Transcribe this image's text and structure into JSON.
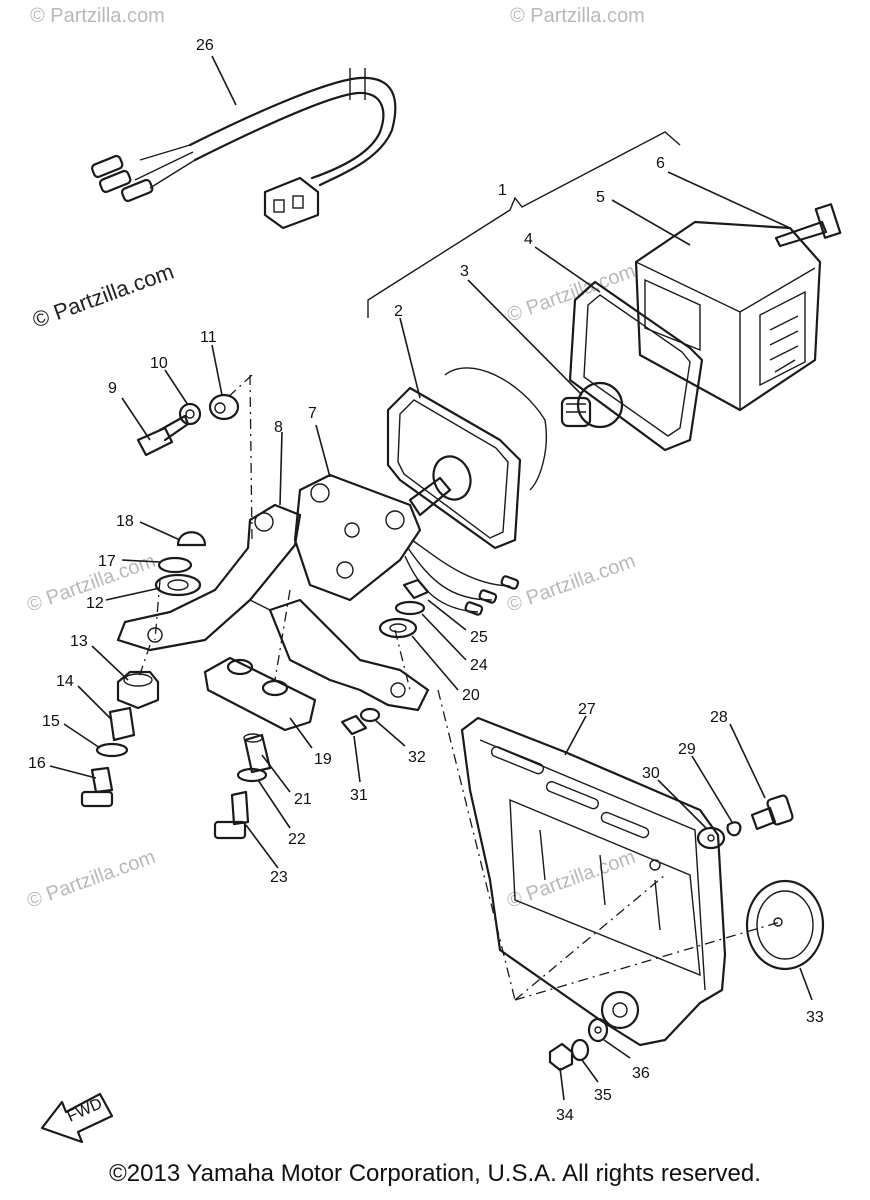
{
  "watermarks": {
    "primary": "© Partzilla.com",
    "secondary": "© Partzilla.com"
  },
  "callouts": {
    "c1": "1",
    "c2": "2",
    "c3": "3",
    "c4": "4",
    "c5": "5",
    "c6": "6",
    "c7": "7",
    "c8": "8",
    "c9": "9",
    "c10": "10",
    "c11": "11",
    "c12": "12",
    "c13": "13",
    "c14": "14",
    "c15": "15",
    "c16": "16",
    "c17": "17",
    "c18": "18",
    "c19": "19",
    "c20": "20",
    "c21": "21",
    "c22": "22",
    "c23": "23",
    "c24": "24",
    "c25": "25",
    "c26": "26",
    "c27": "27",
    "c28": "28",
    "c29": "29",
    "c30": "30",
    "c31": "31",
    "c32": "32",
    "c33": "33",
    "c34": "34",
    "c35": "35",
    "c36": "36"
  },
  "direction_marker": "FWD",
  "footer": "©2013 Yamaha Motor Corporation, U.S.A. All rights reserved."
}
